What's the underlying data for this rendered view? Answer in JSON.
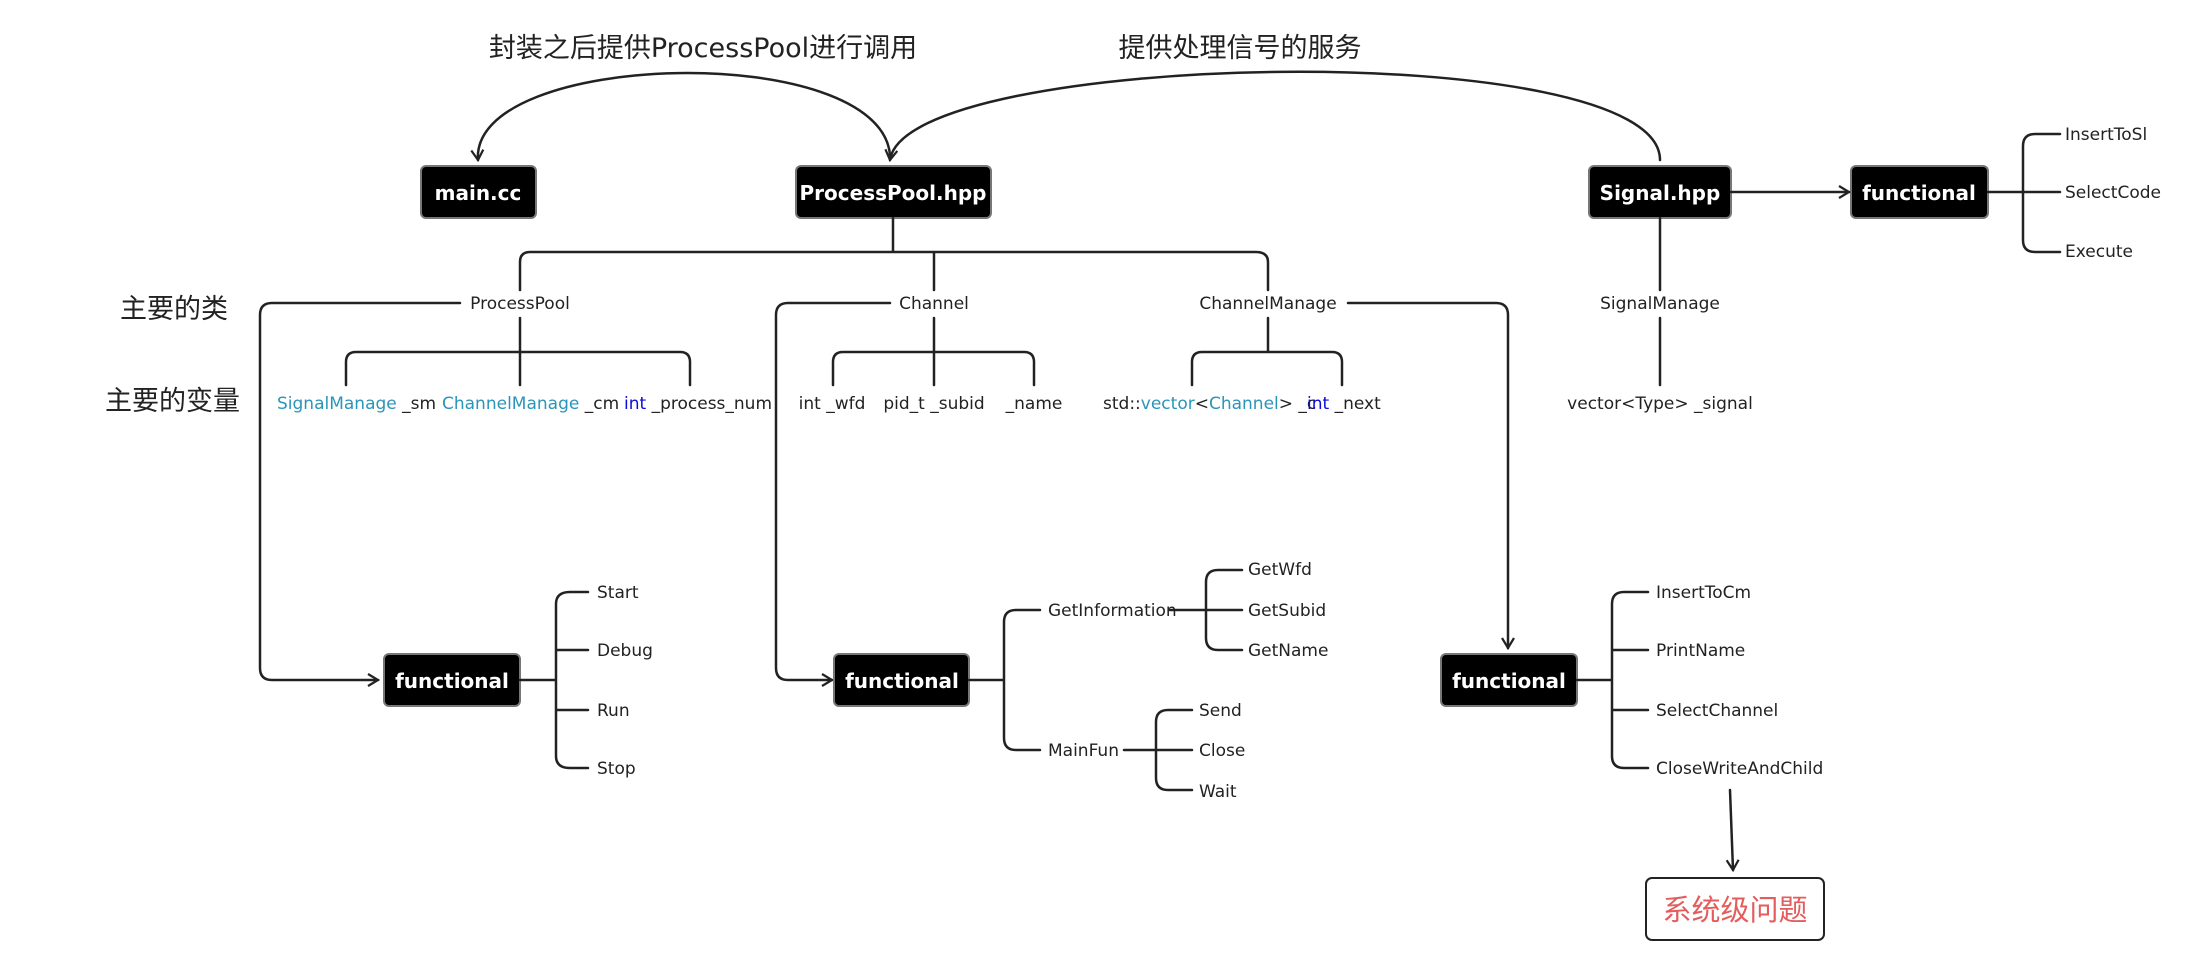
{
  "annotations": {
    "top_left": "封装之后提供ProcessPool进行调用",
    "top_right": "提供处理信号的服务",
    "row_classes": "主要的类",
    "row_vars": "主要的变量"
  },
  "files": {
    "main": "main.cc",
    "processpool": "ProcessPool.hpp",
    "signal": "Signal.hpp"
  },
  "functional_label": "functional",
  "classes": {
    "processpool": "ProcessPool",
    "channel": "Channel",
    "channelmanage": "ChannelManage",
    "signalmanage": "SignalManage"
  },
  "vars": {
    "pp_sm_type": "SignalManage",
    "pp_sm_name": " _sm",
    "pp_cm_type": "ChannelManage",
    "pp_cm_name": " _cm",
    "pp_num_kw": "int",
    "pp_num_name": " _process_num",
    "ch_wfd": "int _wfd",
    "ch_subid": "pid_t _subid",
    "ch_name": "_name",
    "cm_c_std": "std::",
    "cm_c_vector": "vector",
    "cm_c_lt": "<",
    "cm_c_channel": "Channel",
    "cm_c_rest": "> _c",
    "cm_next_kw": "int",
    "cm_next_name": " _next",
    "sm_signal": "vector<Type> _signal"
  },
  "signal_funcs": [
    "InsertToSl",
    "SelectCode",
    "Execute"
  ],
  "pp_funcs": [
    "Start",
    "Debug",
    "Run",
    "Stop"
  ],
  "ch_groups": {
    "getinfo": "GetInformation",
    "getinfo_items": [
      "GetWfd",
      "GetSubid",
      "GetName"
    ],
    "mainfun": "MainFun",
    "mainfun_items": [
      "Send",
      "Close",
      "Wait"
    ]
  },
  "cm_funcs": [
    "InsertToCm",
    "PrintName",
    "SelectChannel",
    "CloseWriteAndChild"
  ],
  "system_issue": "系统级问题",
  "colors": {
    "keyword": "#0b0bd8",
    "type": "#2b95b9",
    "warning": "#e35d5d",
    "node_fill": "#000000"
  }
}
